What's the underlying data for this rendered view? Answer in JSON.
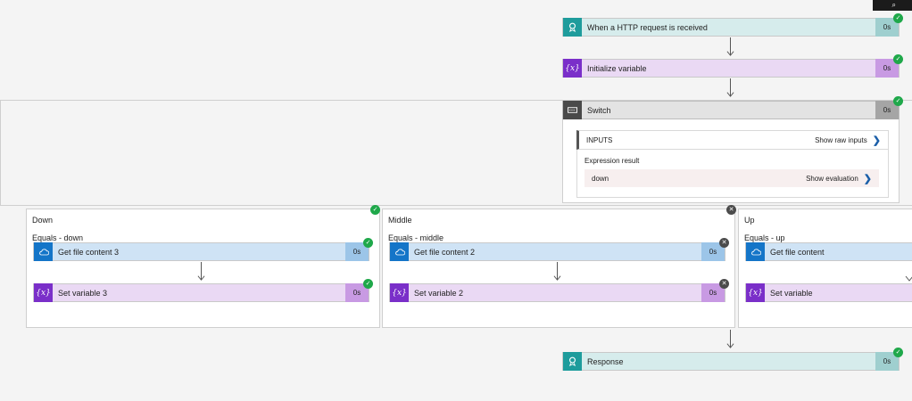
{
  "trigger": {
    "title": "When a HTTP request is received",
    "duration": "0s",
    "status": "succeeded"
  },
  "init_var": {
    "title": "Initialize variable",
    "duration": "0s",
    "status": "succeeded"
  },
  "switch": {
    "title": "Switch",
    "duration": "0s",
    "status": "succeeded",
    "inputs_label": "INPUTS",
    "show_raw_inputs": "Show raw inputs",
    "expression_label": "Expression result",
    "expression_value": "down",
    "show_evaluation": "Show evaluation"
  },
  "cases": [
    {
      "name": "Down",
      "condition": "Equals - down",
      "status": "succeeded",
      "get_file": {
        "title": "Get file content 3",
        "duration": "0s",
        "status": "succeeded"
      },
      "set_var": {
        "title": "Set variable 3",
        "duration": "0s",
        "status": "succeeded"
      }
    },
    {
      "name": "Middle",
      "condition": "Equals - middle",
      "status": "skipped",
      "get_file": {
        "title": "Get file content 2",
        "duration": "0s",
        "status": "skipped"
      },
      "set_var": {
        "title": "Set variable 2",
        "duration": "0s",
        "status": "skipped"
      }
    },
    {
      "name": "Up",
      "condition": "Equals - up",
      "get_file": {
        "title": "Get file content"
      },
      "set_var": {
        "title": "Set variable"
      }
    }
  ],
  "response": {
    "title": "Response",
    "duration": "0s",
    "status": "succeeded"
  },
  "icons": {
    "request": "http-request-icon",
    "variable": "variable-icon",
    "switch": "switch-icon",
    "file": "onedrive-cloud-icon",
    "success": "checkmark-circle-icon",
    "skipped": "x-circle-icon"
  },
  "colors": {
    "request_accent": "#1e9c9c",
    "variable_accent": "#7a2fc9",
    "file_accent": "#1475c8",
    "switch_accent": "#4a4a4a",
    "success": "#1fa84a",
    "skipped": "#4b4b4b"
  }
}
